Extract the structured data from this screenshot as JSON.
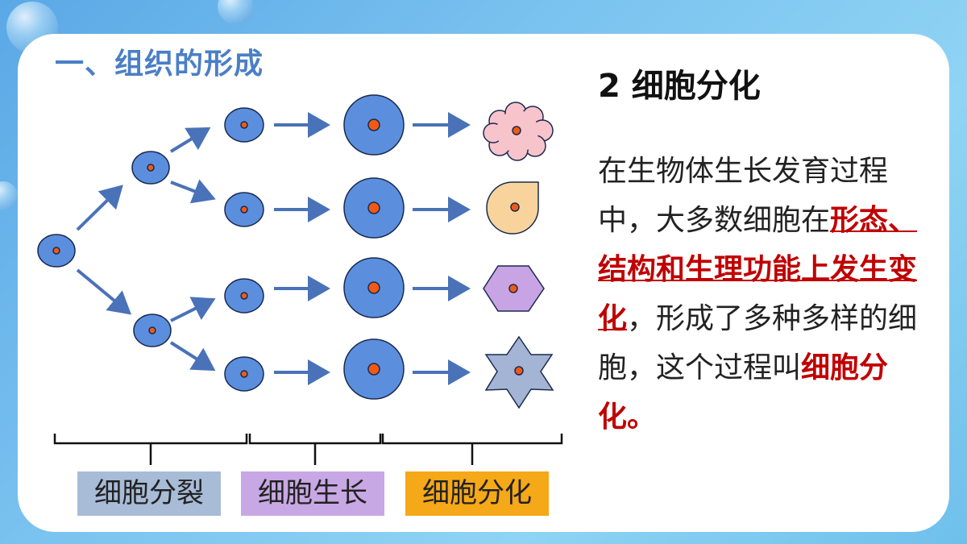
{
  "section_title": "一、组织的形成",
  "sub_title": "2 细胞分化",
  "paragraph": {
    "p1": "在生物体生长发育过程中，大多数细胞在",
    "p2": "形态、结构和生理功能上发生变化",
    "p3": "，形成了多种多样的细胞，这个过程叫",
    "p4": "细胞分化。"
  },
  "stages": [
    {
      "label": "细胞分裂",
      "color": "#a8bcd8"
    },
    {
      "label": "细胞生长",
      "color": "#c8a8e4"
    },
    {
      "label": "细胞分化",
      "color": "#f5a818"
    }
  ],
  "colors": {
    "cell_fill": "#5b8fde",
    "nucleus": "#f05a14",
    "arrow": "#4a72b8",
    "flower_cell": "#f8c4cc",
    "teardrop_cell": "#f8d49c",
    "hexagon_cell": "#c8a4e4",
    "star_cell": "#a4b4d4"
  }
}
